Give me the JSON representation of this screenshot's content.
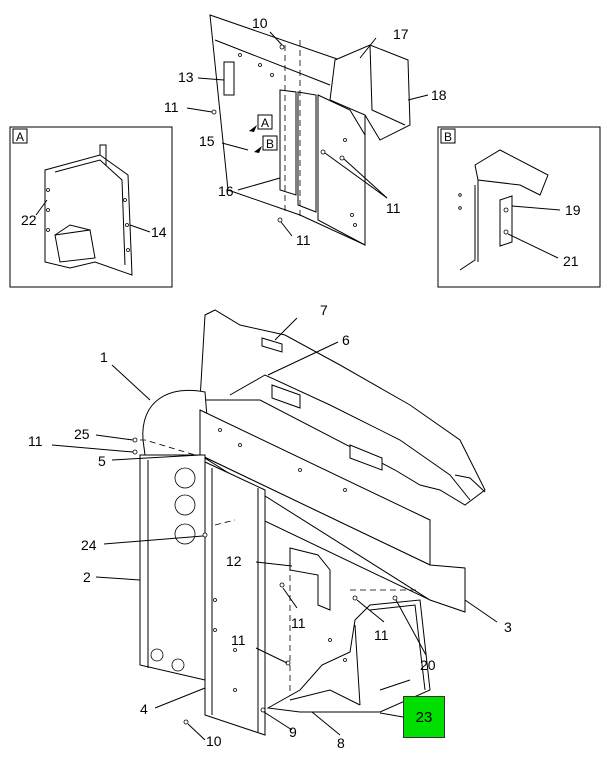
{
  "detail_a": {
    "tag": "A",
    "labels": {
      "l22": "22",
      "l14": "14"
    }
  },
  "detail_b": {
    "tag": "B",
    "labels": {
      "l19": "19",
      "l21": "21"
    }
  },
  "top_view": {
    "labels": {
      "l10": "10",
      "l17": "17",
      "l13": "13",
      "l18": "18",
      "l11a": "11",
      "l15": "15",
      "l16": "16",
      "l11b": "11",
      "l11c": "11"
    },
    "view_refs": {
      "a": "A",
      "b": "B"
    }
  },
  "main_view": {
    "labels": {
      "l7": "7",
      "l6": "6",
      "l1": "1",
      "l25": "25",
      "l11a": "11",
      "l5": "5",
      "l24": "24",
      "l12": "12",
      "l2": "2",
      "l11b": "11",
      "l11c": "11",
      "l3": "3",
      "l11d": "11",
      "l20": "20",
      "l4": "4",
      "l9": "9",
      "l8": "8",
      "l10": "10"
    }
  },
  "highlighted_callout": {
    "label": "23",
    "color": "#00e000"
  }
}
